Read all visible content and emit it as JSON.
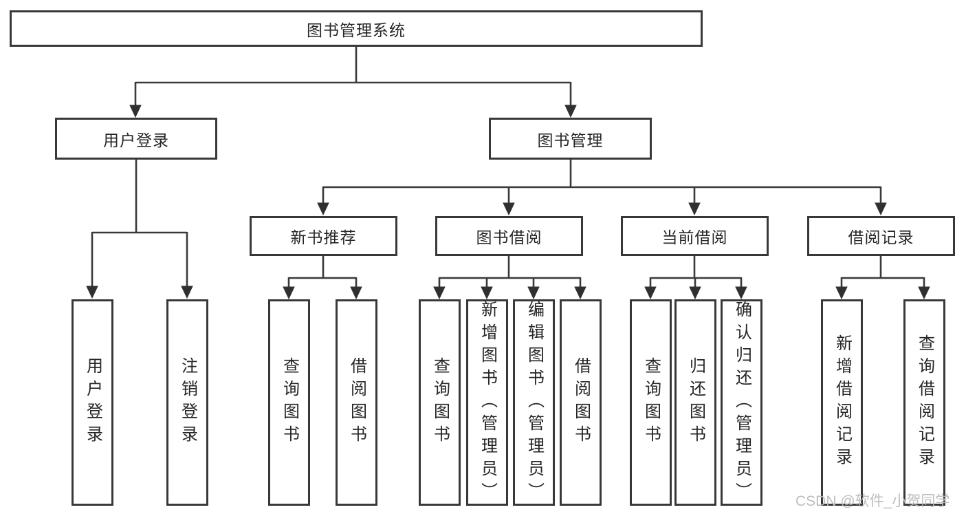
{
  "diagram": {
    "root": "图书管理系统",
    "level1": [
      {
        "label": "用户登录",
        "children": [
          "用户登录",
          "注销登录"
        ]
      },
      {
        "label": "图书管理"
      }
    ],
    "level2": [
      {
        "label": "新书推荐",
        "children": [
          "查询图书",
          "借阅图书"
        ]
      },
      {
        "label": "图书借阅",
        "children": [
          "查询图书",
          "新增图书（管理员）",
          "编辑图书（管理员）",
          "借阅图书"
        ]
      },
      {
        "label": "当前借阅",
        "children": [
          "查询图书",
          "归还图书",
          "确认归还（管理员）"
        ]
      },
      {
        "label": "借阅记录",
        "children": [
          "新增借阅记录",
          "查询借阅记录"
        ]
      }
    ],
    "watermark": "CSDN @软件_小贺同学",
    "colors": {
      "line": "#3a3a3a",
      "box_border": "#383838",
      "text": "#262626",
      "watermark": "#bbbbbb",
      "background": "#ffffff"
    }
  }
}
